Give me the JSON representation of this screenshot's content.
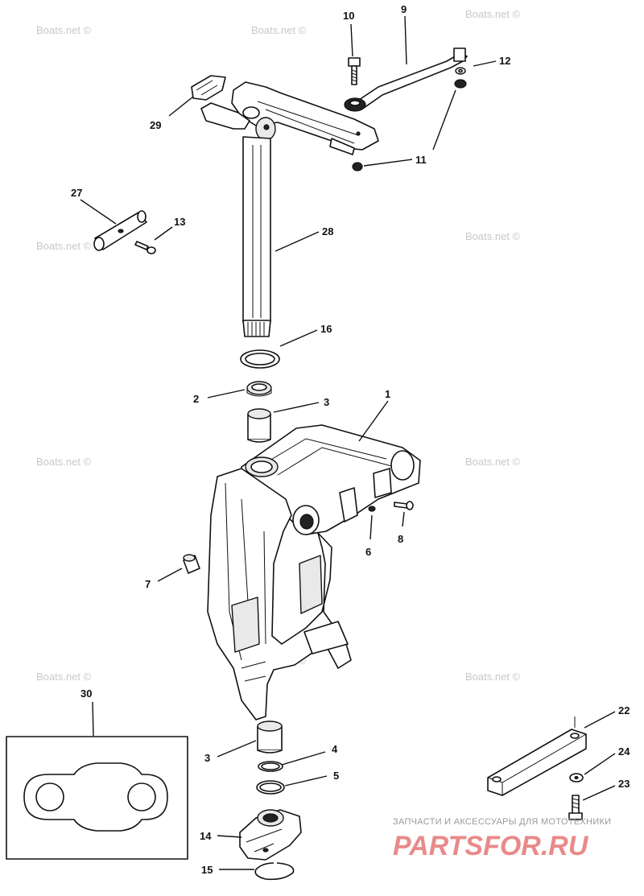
{
  "watermark": "Boats.net ©",
  "brand": {
    "tagline": "ЗАПЧАСТИ И АКСЕССУАРЫ ДЛЯ МОТОТЕХНИКИ",
    "logo_text": "PARTSFOR.RU"
  },
  "callouts": {
    "c1": "1",
    "c2": "2",
    "c3a": "3",
    "c3b": "3",
    "c4": "4",
    "c5": "5",
    "c6": "6",
    "c7": "7",
    "c8": "8",
    "c9": "9",
    "c10": "10",
    "c11": "11",
    "c12": "12",
    "c13": "13",
    "c14": "14",
    "c15": "15",
    "c16": "16",
    "c22": "22",
    "c23": "23",
    "c24": "24",
    "c27": "27",
    "c28": "28",
    "c29": "29",
    "c30": "30"
  },
  "colors": {
    "line": "#111111",
    "watermark": "#c8c8c8",
    "brand": "#e98a8a"
  }
}
